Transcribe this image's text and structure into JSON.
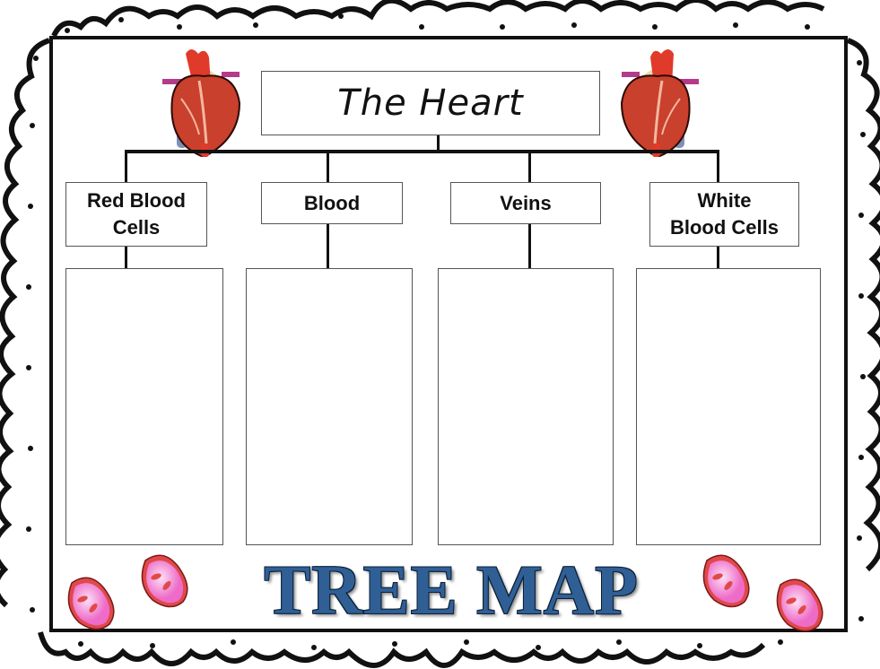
{
  "worksheet": {
    "title": "The Heart",
    "footer_title": "TREE MAP",
    "branches": [
      {
        "label": "Red Blood Cells",
        "line1": "Red Blood",
        "line2": "Cells"
      },
      {
        "label": "Blood",
        "line1": "Blood",
        "line2": ""
      },
      {
        "label": "Veins",
        "line1": "Veins",
        "line2": ""
      },
      {
        "label": "White Blood Cells",
        "line1": "White",
        "line2": "Blood Cells"
      }
    ],
    "leaf_boxes": [
      "",
      "",
      "",
      ""
    ]
  },
  "decorations": {
    "heart_icons": [
      "heart-anatomy-left",
      "heart-anatomy-right"
    ],
    "cell_icons": [
      "red-blood-cell",
      "red-blood-cell",
      "red-blood-cell",
      "red-blood-cell"
    ]
  },
  "colors": {
    "title_blue": "#2f5f95",
    "border": "#111111",
    "cell_pink": "#f07ad0",
    "cell_red": "#e04545"
  }
}
